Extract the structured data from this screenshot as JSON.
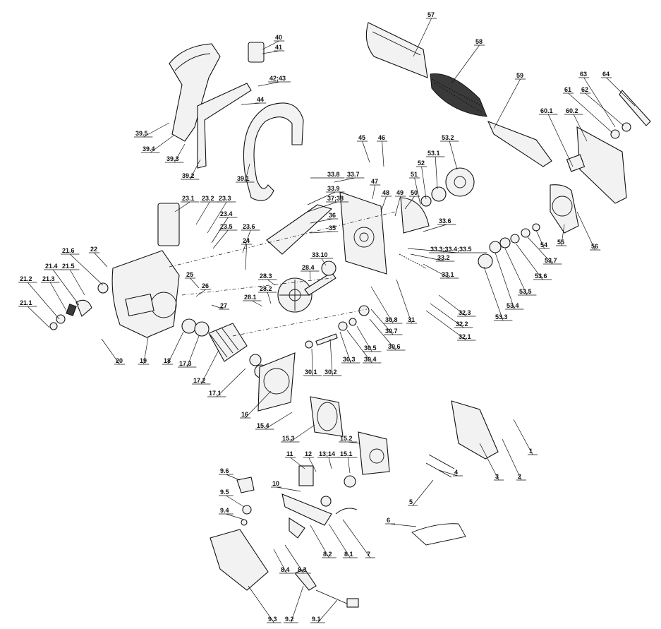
{
  "callouts": [
    "57",
    "58",
    "59",
    "63",
    "64",
    "61",
    "62",
    "60.1",
    "60.2",
    "53.2",
    "45",
    "46",
    "53.1",
    "52",
    "51",
    "40",
    "41",
    "42;43",
    "44",
    "39.5",
    "39.4",
    "39.3",
    "39.2",
    "39.1",
    "33.8",
    "33.7",
    "33.9",
    "37;38",
    "47",
    "48",
    "49",
    "50",
    "36",
    "33.6",
    "35",
    "33.3;33.4;33.5",
    "33.2",
    "33.10",
    "33.1",
    "28.4",
    "23.1",
    "23.2",
    "23.3",
    "23.4",
    "23.5",
    "23.6",
    "24",
    "28.3",
    "28.2",
    "28.1",
    "21.6",
    "22",
    "21.5",
    "21.4",
    "21.3",
    "21.2",
    "21.1",
    "25",
    "26",
    "27",
    "32.3",
    "32.2",
    "32.1",
    "31",
    "30.8",
    "30.7",
    "30.6",
    "30.5",
    "30.4",
    "30.3",
    "30.2",
    "30.1",
    "20",
    "19",
    "18",
    "17.3",
    "17.2",
    "17.1",
    "16",
    "15.4",
    "15.3",
    "15.2",
    "1",
    "2",
    "3",
    "4",
    "5",
    "6",
    "7",
    "8.1",
    "8.2",
    "8.3",
    "8.4",
    "9.1",
    "9.2",
    "9.3",
    "9.4",
    "9.5",
    "9.6",
    "10",
    "11",
    "12",
    "13;14",
    "15.1",
    "53.3",
    "53.4",
    "53.5",
    "53.6",
    "53.7",
    "54",
    "55",
    "56"
  ]
}
